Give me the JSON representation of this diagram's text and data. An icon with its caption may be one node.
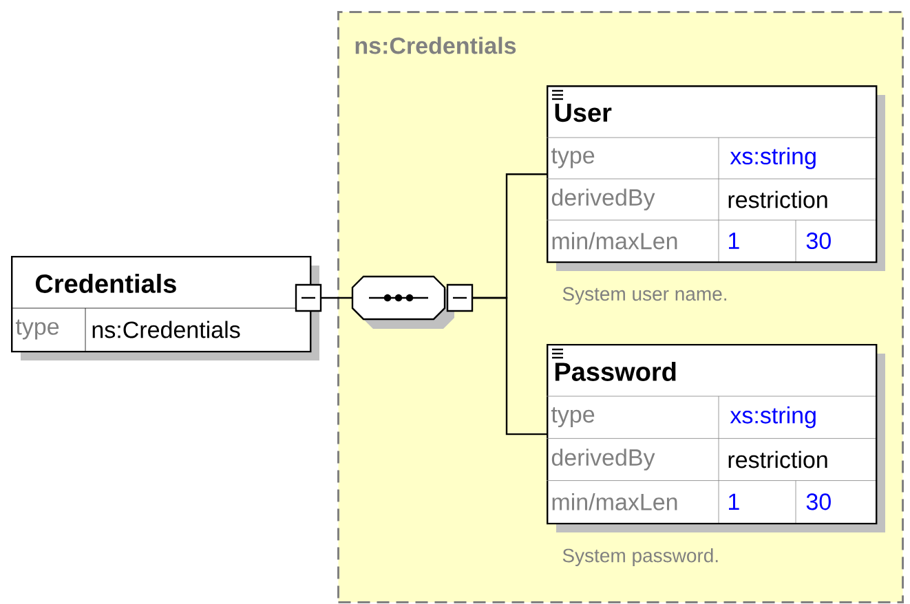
{
  "diagram": {
    "nodes": [
      {
        "text": [
          "Credentials",
          "type",
          "ns:Credentials"
        ]
      },
      {
        "text": [
          "ns:Credentials"
        ]
      },
      {
        "text": [],
        "shape": "octagon",
        "in": 1
      },
      {
        "text": [
          "User",
          "type",
          "xs:string",
          "derivedBy",
          "restriction",
          "min/maxLen",
          "1",
          "30"
        ],
        "beside": [
          "System user name."
        ],
        "in": 1
      },
      {
        "text": [
          "Password",
          "type",
          "xs:string",
          "derivedBy",
          "restriction",
          "min/maxLen",
          "1",
          "30"
        ],
        "beside": [
          "System password."
        ],
        "in": 1
      }
    ],
    "edges": [
      {
        "from": 0,
        "to": 2,
        "arrow": "none"
      },
      {
        "from": 2,
        "to": 3,
        "arrow": "none"
      },
      {
        "from": 2,
        "to": 4,
        "arrow": "none"
      }
    ]
  }
}
